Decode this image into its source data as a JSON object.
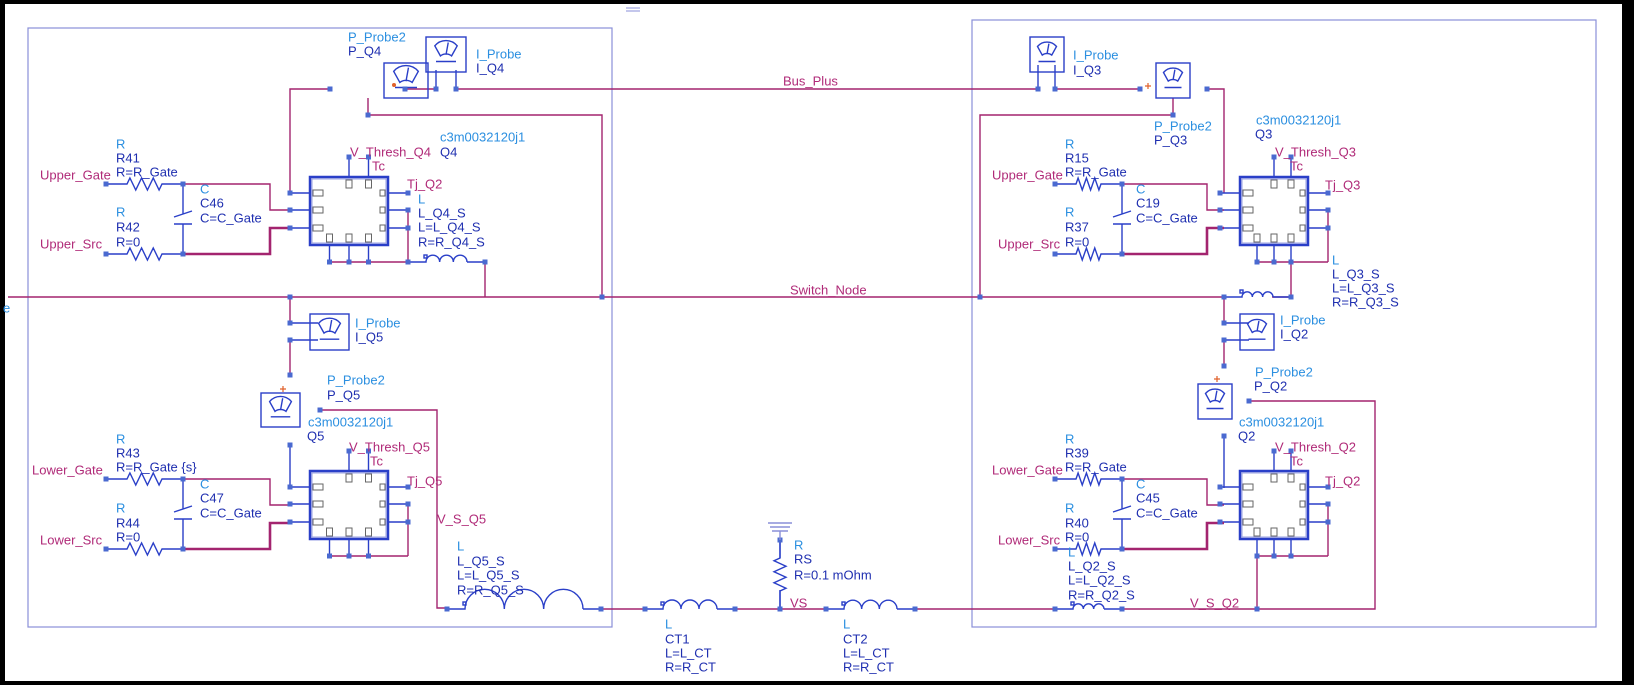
{
  "nets": {
    "bus_plus": "Bus_Plus",
    "switch_node": "Switch_Node",
    "vs": "VS",
    "v_s_q5": "V_S_Q5",
    "v_s_q2": "V_S_Q2",
    "edge_fragment": "e"
  },
  "ports": {
    "upper_gate_l": "Upper_Gate",
    "upper_src_l": "Upper_Src",
    "lower_gate_l": "Lower_Gate",
    "lower_src_l": "Lower_Src",
    "upper_gate_r": "Upper_Gate",
    "upper_src_r": "Upper_Src",
    "lower_gate_r": "Lower_Gate",
    "lower_src_r": "Lower_Src"
  },
  "probes": {
    "p_q4": {
      "type": "P_Probe2",
      "name": "P_Q4"
    },
    "i_q4": {
      "type": "I_Probe",
      "name": "I_Q4"
    },
    "i_q5": {
      "type": "I_Probe",
      "name": "I_Q5"
    },
    "p_q5": {
      "type": "P_Probe2",
      "name": "P_Q5"
    },
    "i_q3": {
      "type": "I_Probe",
      "name": "I_Q3"
    },
    "p_q3": {
      "type": "P_Probe2",
      "name": "P_Q3"
    },
    "i_q2": {
      "type": "I_Probe",
      "name": "I_Q2"
    },
    "p_q2": {
      "type": "P_Probe2",
      "name": "P_Q2"
    }
  },
  "devices": {
    "q4": {
      "model": "c3m0032120j1",
      "name": "Q4",
      "vth": "V_Thresh_Q4",
      "tc": "Tc",
      "tj": "Tj_Q2"
    },
    "q5": {
      "model": "c3m0032120j1",
      "name": "Q5",
      "vth": "V_Thresh_Q5",
      "tc": "Tc",
      "tj": "Tj_Q5"
    },
    "q3": {
      "model": "c3m0032120j1",
      "name": "Q3",
      "vth": "V_Thresh_Q3",
      "tc": "Tc",
      "tj": "Tj_Q3"
    },
    "q2": {
      "model": "c3m0032120j1",
      "name": "Q2",
      "vth": "V_Thresh_Q2",
      "tc": "Tc",
      "tj": "Tj_Q2"
    }
  },
  "parts": {
    "r41": {
      "type": "R",
      "name": "R41",
      "v1": "R=R_Gate"
    },
    "r42": {
      "type": "R",
      "name": "R42",
      "v1": "R=0"
    },
    "c46": {
      "type": "C",
      "name": "C46",
      "v1": "C=C_Gate"
    },
    "l_q4": {
      "type": "L",
      "name": "L_Q4_S",
      "v1": "L=L_Q4_S",
      "v2": "R=R_Q4_S"
    },
    "r43": {
      "type": "R",
      "name": "R43",
      "v1": "R=R_Gate {s}"
    },
    "r44": {
      "type": "R",
      "name": "R44",
      "v1": "R=0"
    },
    "c47": {
      "type": "C",
      "name": "C47",
      "v1": "C=C_Gate"
    },
    "l_q5": {
      "type": "L",
      "name": "L_Q5_S",
      "v1": "L=L_Q5_S",
      "v2": "R=R_Q5_S"
    },
    "rs": {
      "type": "R",
      "name": "RS",
      "v1": "R=0.1 mOhm"
    },
    "ct1": {
      "type": "L",
      "name": "CT1",
      "v1": "L=L_CT",
      "v2": "R=R_CT"
    },
    "ct2": {
      "type": "L",
      "name": "CT2",
      "v1": "L=L_CT",
      "v2": "R=R_CT"
    },
    "r15": {
      "type": "R",
      "name": "R15",
      "v1": "R=R_Gate"
    },
    "r37": {
      "type": "R",
      "name": "R37",
      "v1": "R=0"
    },
    "c19": {
      "type": "C",
      "name": "C19",
      "v1": "C=C_Gate"
    },
    "l_q3": {
      "type": "L",
      "name": "L_Q3_S",
      "v1": "L=L_Q3_S",
      "v2": "R=R_Q3_S"
    },
    "r39": {
      "type": "R",
      "name": "R39",
      "v1": "R=R_Gate"
    },
    "r40": {
      "type": "R",
      "name": "R40",
      "v1": "R=0"
    },
    "c45": {
      "type": "C",
      "name": "C45",
      "v1": "C=C_Gate"
    },
    "l_q2": {
      "type": "L",
      "name": "L_Q2_S",
      "v1": "L=L_Q2_S",
      "v2": "R=R_Q2_S"
    }
  },
  "colors": {
    "wire": "#a3246f",
    "component": "#2a3fc8",
    "label_type": "#2b8fe0",
    "label_name": "#1f2fb0",
    "net_label": "#b02a78",
    "frame": "#000000"
  }
}
